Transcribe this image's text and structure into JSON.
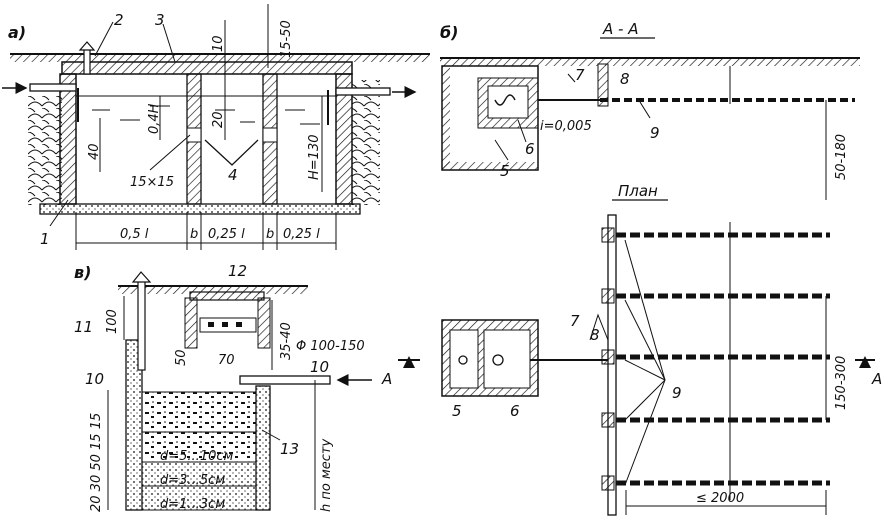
{
  "panels": {
    "a": "a)",
    "b": "б)",
    "v": "в)"
  },
  "section": {
    "title": "А - А",
    "arrow_mark": "А"
  },
  "plan": {
    "title": "План"
  },
  "labels": {
    "n1": "1",
    "n2": "2",
    "n3": "3",
    "n4": "4",
    "n5": "5",
    "n6": "6",
    "n7": "7",
    "n8": "8",
    "n9": "9",
    "n10": "10",
    "n11": "11",
    "n12": "12",
    "n13": "13"
  },
  "dims_a": {
    "d10": "10",
    "d15_50": "15-50",
    "d20": "20",
    "d40": "40",
    "d04H": "0,4H",
    "dH130": "H=130",
    "d15x15": "15×15",
    "d05l": "0,5 l",
    "db1": "b",
    "d025l_1": "0,25 l",
    "db2": "b",
    "d025l_2": "0,25 l"
  },
  "dims_b": {
    "slope": "i=0,005",
    "d50_180": "50-180",
    "d150_300": "150-300",
    "d2000": "≤ 2000"
  },
  "dims_v": {
    "d100": "100",
    "d35_40": "35-40",
    "d70": "70",
    "d50": "50",
    "pipe": "Φ 100-150",
    "h_mestu": "h по месту",
    "left_stack": "20 30 50 15 15",
    "g1": "d=5...10см",
    "g2": "d=3...5см",
    "g3": "d=1...3см"
  }
}
